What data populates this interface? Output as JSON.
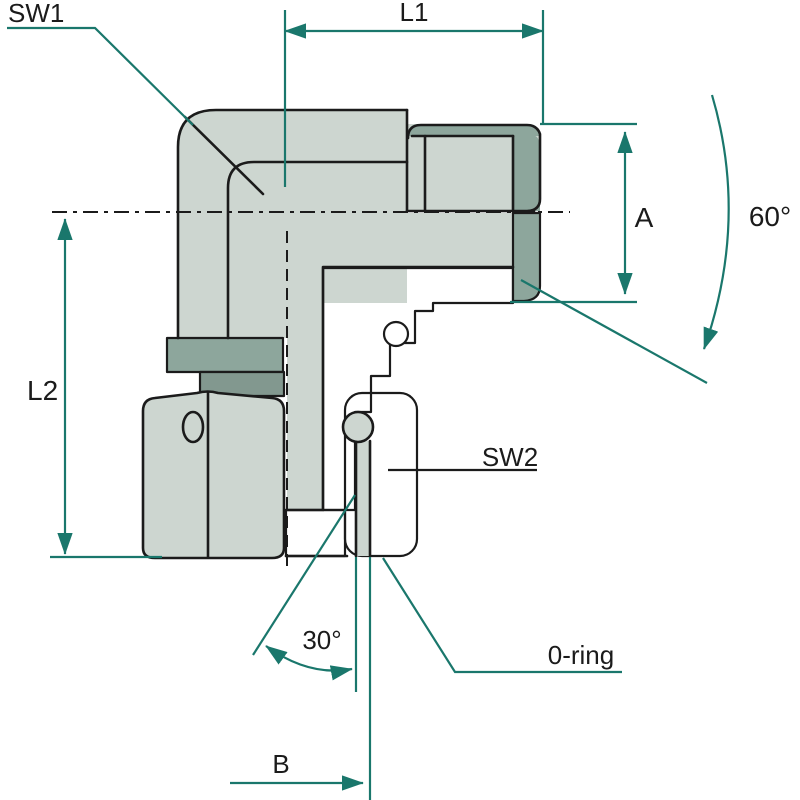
{
  "drawing": {
    "title": "90-degree elbow fitting technical drawing",
    "labels": {
      "sw1": "SW1",
      "l1": "L1",
      "a": "A",
      "angle60": "60°",
      "l2": "L2",
      "sw2": "SW2",
      "angle30": "30°",
      "oring": "0-ring",
      "b": "B"
    },
    "colors": {
      "teal": "#1a776c",
      "body_light": "#cdd6d0",
      "body_medium": "#8da69c",
      "body_medium2": "#82988f",
      "hatch_fill": "#96ada3",
      "outline": "#1b1b1b"
    }
  }
}
